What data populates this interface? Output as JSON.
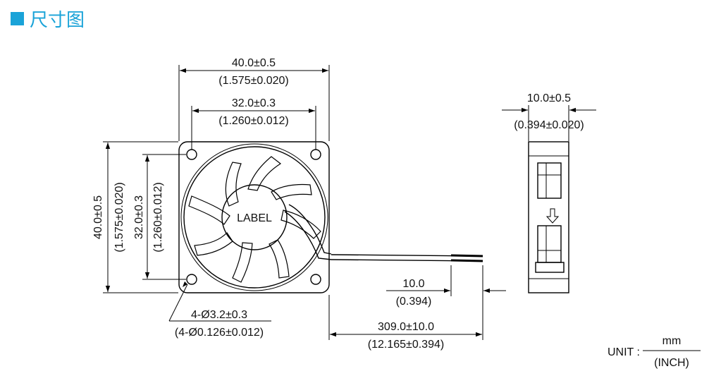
{
  "header": {
    "title": "尺寸图",
    "marker_color": "#1aa3d8"
  },
  "front_view": {
    "label": "LABEL",
    "width_mm": "40.0±0.5",
    "width_in": "(1.575±0.020)",
    "hole_pitch_mm": "32.0±0.3",
    "hole_pitch_in": "(1.260±0.012)",
    "height_mm": "40.0±0.5",
    "height_in": "(1.575±0.020)",
    "vpitch_mm": "32.0±0.3",
    "vpitch_in": "(1.260±0.012)",
    "holes_mm": "4-Ø3.2±0.3",
    "holes_in": "(4-Ø0.126±0.012)"
  },
  "lead": {
    "strip_mm": "10.0",
    "strip_in": "(0.394)",
    "length_mm": "309.0±10.0",
    "length_in": "(12.165±0.394)"
  },
  "side_view": {
    "thickness_mm": "10.0±0.5",
    "thickness_in": "(0.394±0.020)"
  },
  "units": {
    "prefix": "UNIT :",
    "top": "mm",
    "bottom": "(INCH)"
  }
}
